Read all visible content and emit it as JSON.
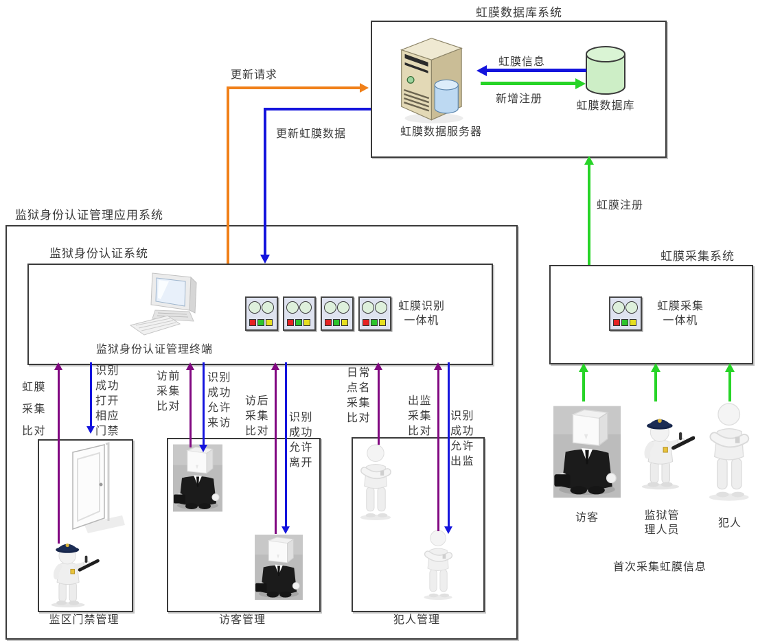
{
  "colors": {
    "orange": "#f08019",
    "blue": "#1414dd",
    "green": "#27d427",
    "purple": "#810881"
  },
  "database_system": {
    "title": "虹膜数据库系统",
    "server_label": "虹膜数据服务器",
    "database_label": "虹膜数据库",
    "iris_info_arrow_label": "虹膜信息",
    "new_registration_arrow_label": "新增注册"
  },
  "connectors": {
    "update_request": "更新请求",
    "update_iris_data": "更新虹膜数据",
    "iris_registration": "虹膜注册"
  },
  "application_system": {
    "title": "监狱身份认证管理应用系统",
    "auth_system_title": "监狱身份认证系统",
    "terminal_label": "监狱身份认证管理终端",
    "recognition_device_label": "虹膜识别\n一体机",
    "access_control": {
      "box_label": "监区门禁管理",
      "collect_compare": "虹膜\n采集\n比对",
      "open_door": "识别\n成功\n打开\n相应\n门禁"
    },
    "visitor_management": {
      "box_label": "访客管理",
      "pre_visit_collect": "访前\n采集\n比对",
      "allow_visit": "识别\n成功\n允许\n来访",
      "post_visit_collect": "访后\n采集\n比对",
      "allow_leave": "识别\n成功\n允许\n离开"
    },
    "prisoner_management": {
      "box_label": "犯人管理",
      "rollcall_collect": "日常\n点名\n采集\n比对",
      "exit_collect": "出监\n采集\n比对",
      "allow_exit": "识别\n成功\n允许\n出监"
    }
  },
  "collection_system": {
    "title": "虹膜采集系统",
    "collection_device_label": "虹膜采集\n一体机",
    "visitor_label": "访客",
    "staff_label": "监狱管\n理人员",
    "prisoner_label": "犯人",
    "caption": "首次采集虹膜信息"
  }
}
